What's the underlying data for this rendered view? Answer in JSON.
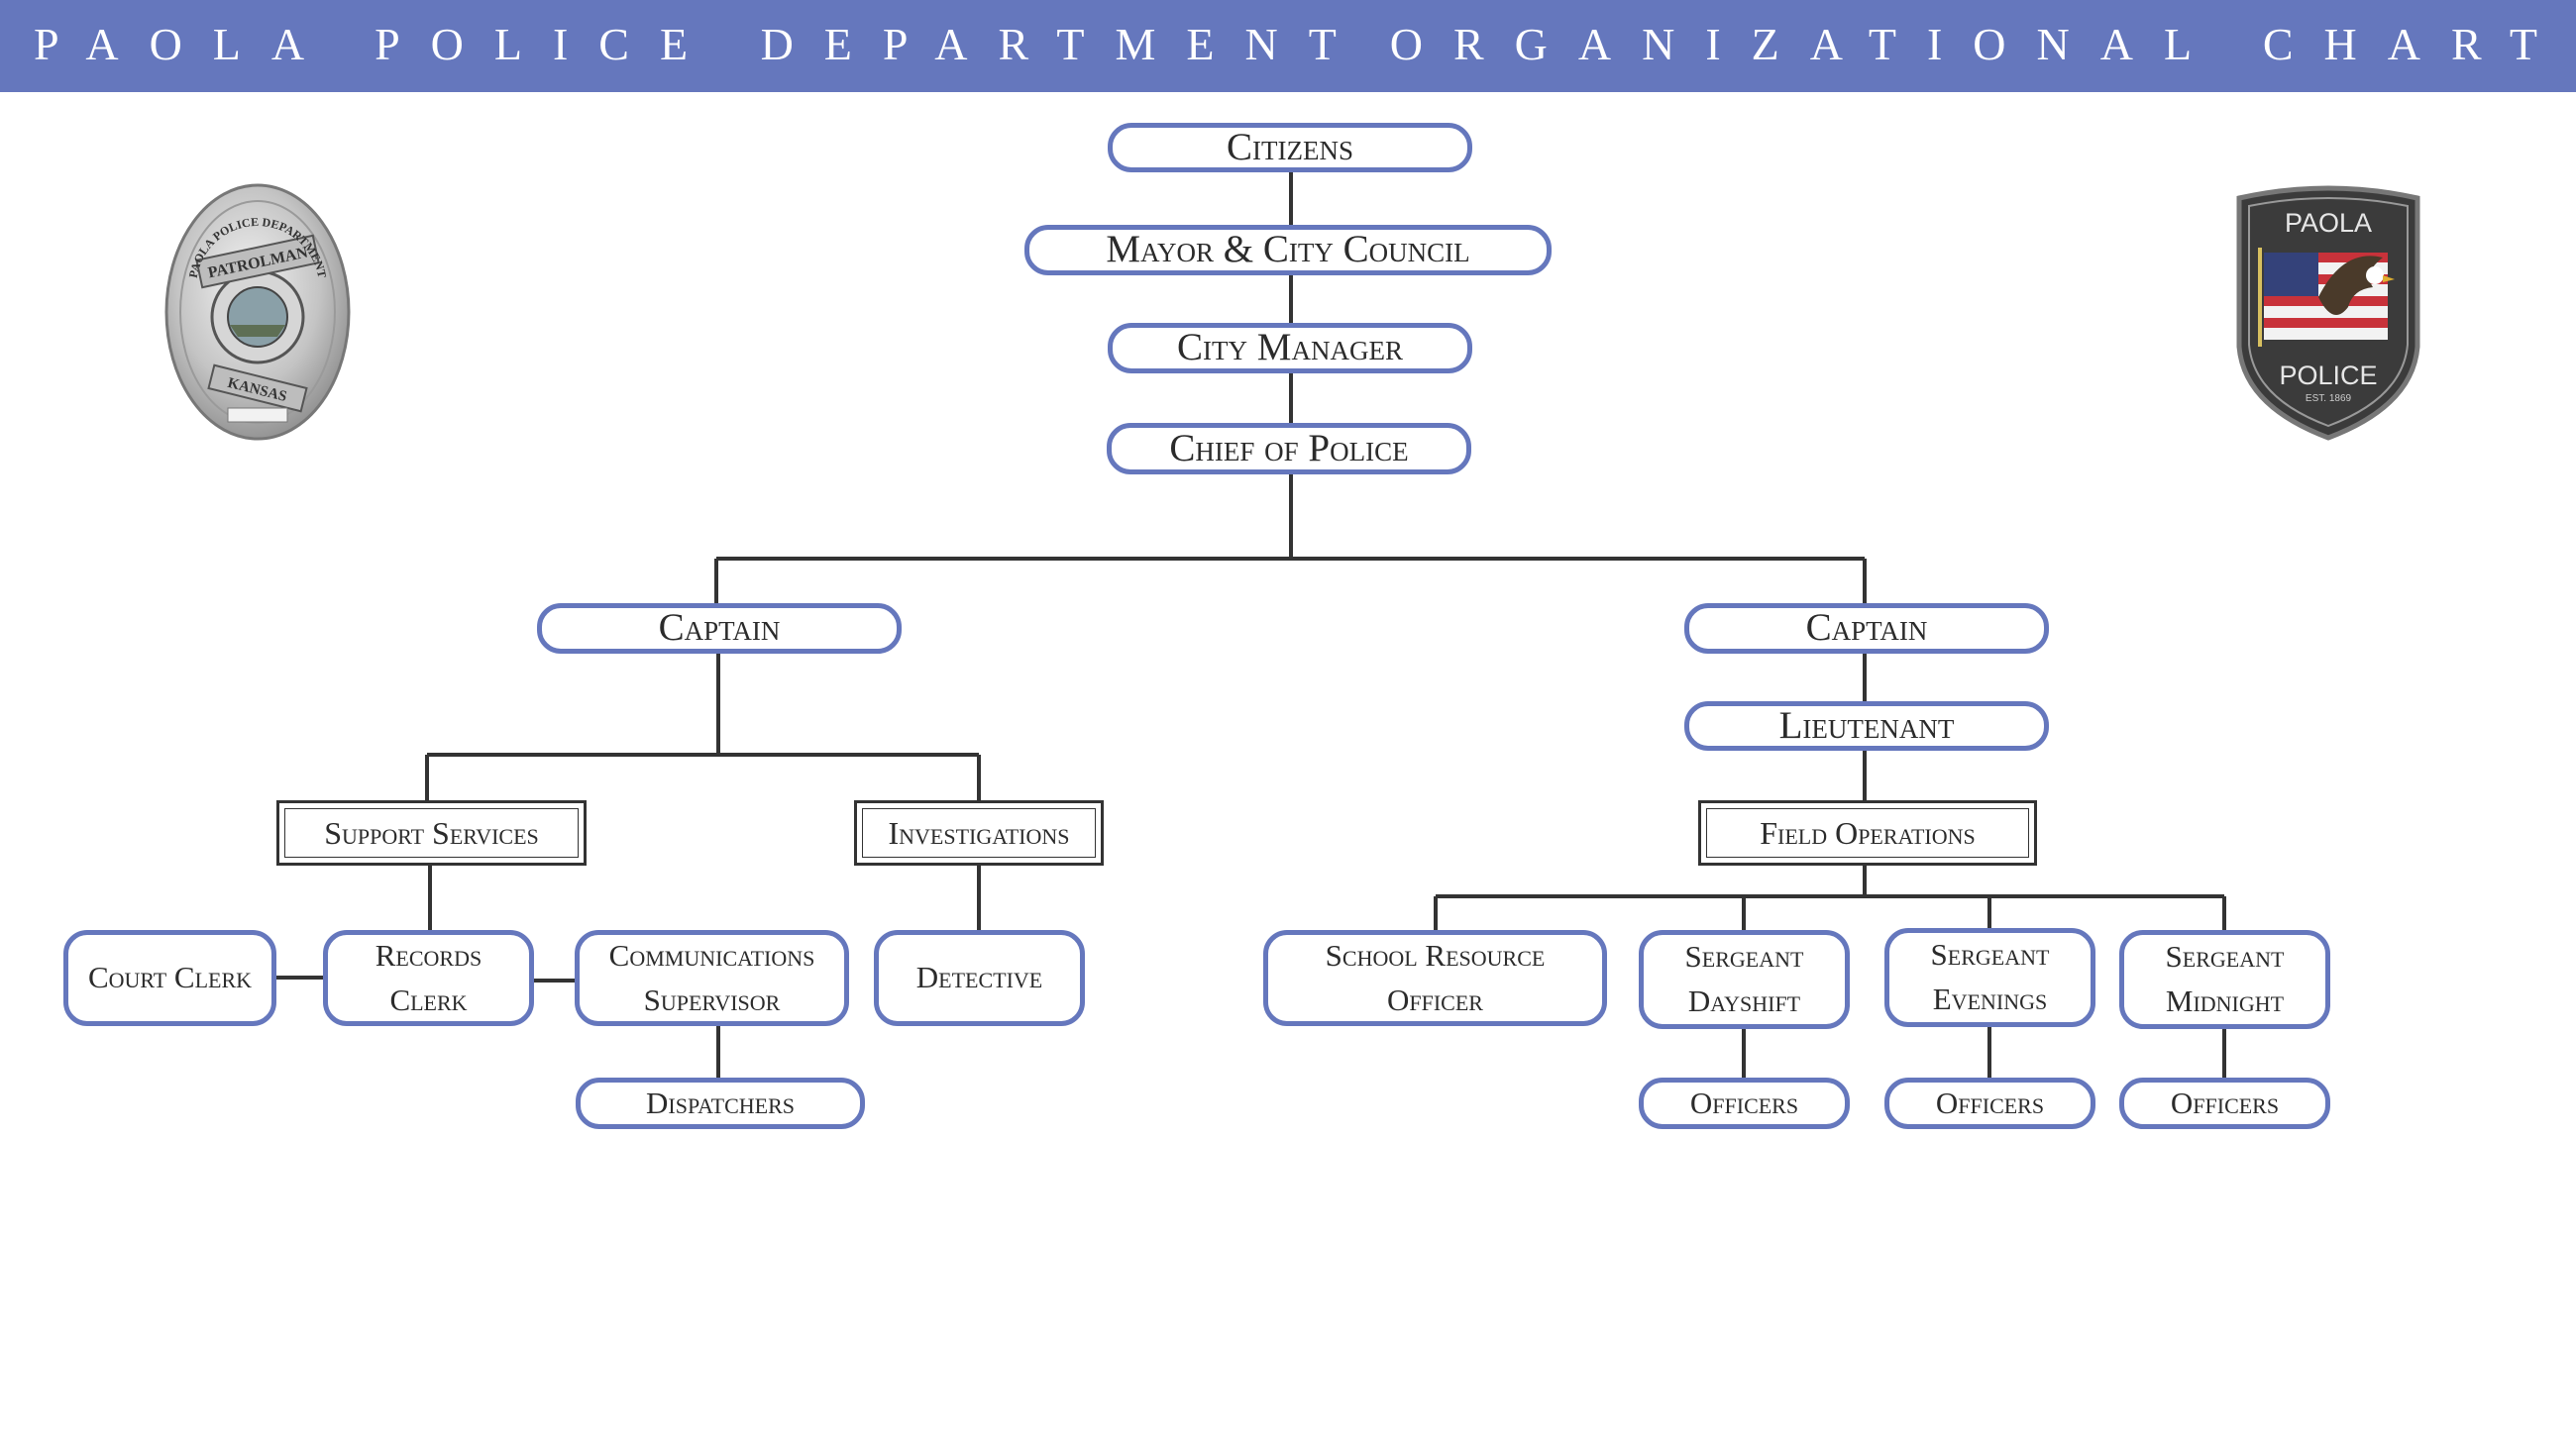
{
  "header": {
    "left_title": "PAOLA POLICE DEPARTMENT",
    "right_title": "ORGANIZATIONAL CHART"
  },
  "colors": {
    "accent": "#6577bd",
    "line": "#333333",
    "background": "#ffffff"
  },
  "badge": {
    "icon": "patrolman-badge-icon",
    "text_top": "PATROLMAN",
    "text_ring": "PAOLA POLICE DEPARTMENT",
    "text_bottom": "KANSAS"
  },
  "patch": {
    "icon": "police-patch-icon",
    "text_top": "PAOLA",
    "text_bottom": "POLICE",
    "text_est": "EST. 1869"
  },
  "nodes": {
    "citizens": "Citizens",
    "mayor": "Mayor & City Council",
    "city_manager": "City Manager",
    "chief": "Chief of Police",
    "captain_left": "Captain",
    "captain_right": "Captain",
    "lieutenant": "Lieutenant",
    "support_services": "Support Services",
    "investigations": "Investigations",
    "field_operations": "Field Operations",
    "court_clerk": "Court Clerk",
    "records_clerk_1": "Records",
    "records_clerk_2": "Clerk",
    "comm_sup_1": "Communications",
    "comm_sup_2": "Supervisor",
    "detective": "Detective",
    "dispatchers": "Dispatchers",
    "sro_1": "School Resource",
    "sro_2": "Officer",
    "sgt_day_1": "Sergeant",
    "sgt_day_2": "Dayshift",
    "sgt_eve_1": "Sergeant",
    "sgt_eve_2": "Evenings",
    "sgt_mid_1": "Sergeant",
    "sgt_mid_2": "Midnight",
    "officers_day": "Officers",
    "officers_eve": "Officers",
    "officers_mid": "Officers"
  }
}
